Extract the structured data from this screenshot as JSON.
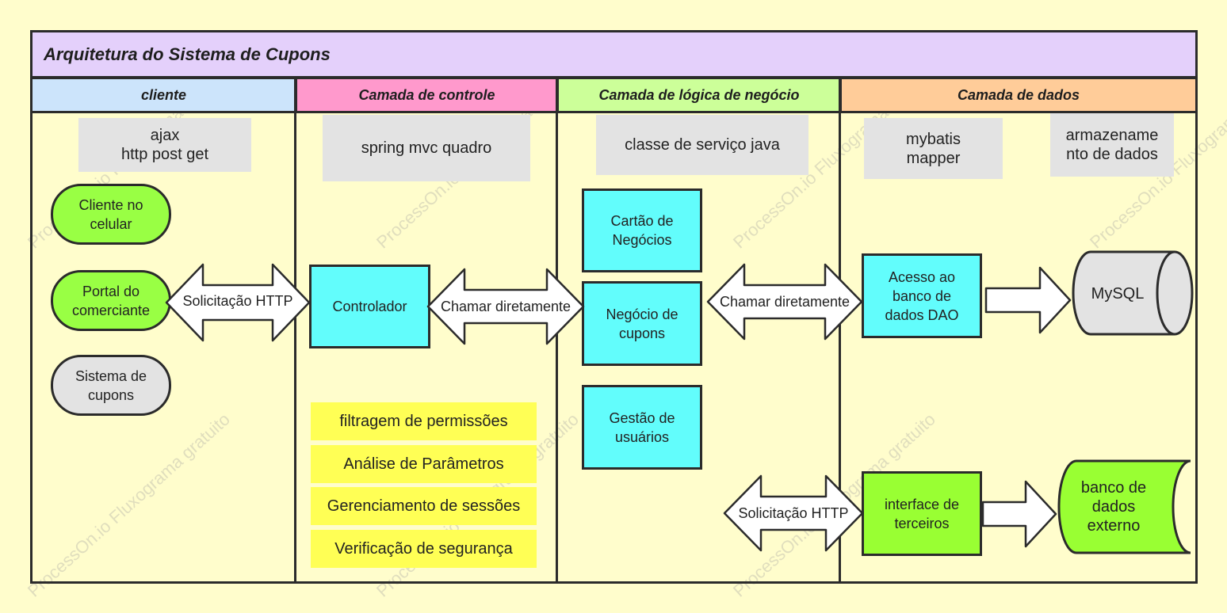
{
  "title": "Arquitetura do Sistema de Cupons",
  "lanes": [
    {
      "label": "cliente",
      "color": "#cce4fb"
    },
    {
      "label": "Camada de controle",
      "color": "#ff99cc"
    },
    {
      "label": "Camada de lógica de negócio",
      "color": "#ccff99"
    },
    {
      "label": "Camada de dados",
      "color": "#ffcc99"
    }
  ],
  "notes": {
    "client": "ajax\nhttp post get",
    "control": "spring mvc quadro",
    "logic": "classe de serviço java",
    "mapper": "mybatis\nmapper",
    "storage": "armazename\nnto de dados"
  },
  "clients": [
    {
      "label": "Cliente no\ncelular",
      "color": "#99ff44"
    },
    {
      "label": "Portal do\ncomerciante",
      "color": "#99ff44"
    },
    {
      "label": "Sistema de\ncupons",
      "color": "#e3e3e3"
    }
  ],
  "controller": "Controlador",
  "filters": [
    "filtragem de permissões",
    "Análise de Parâmetros",
    "Gerenciamento de sessões",
    "Verificação de segurança"
  ],
  "services": [
    "Cartão de\nNegócios",
    "Negócio de\ncupons",
    "Gestão de\nusuários"
  ],
  "data": {
    "dao": "Acesso ao\nbanco de\ndados DAO",
    "mysql": "MySQL",
    "third_party": "interface de\nterceiros",
    "external_db": "banco de\ndados\nexterno"
  },
  "arrows": {
    "http_request_1": "Solicitação HTTP",
    "direct_call_1": "Chamar diretamente",
    "direct_call_2": "Chamar diretamente",
    "http_request_2": "Solicitação HTTP"
  },
  "watermark": "ProcessOn.io Fluxograma gratuito"
}
